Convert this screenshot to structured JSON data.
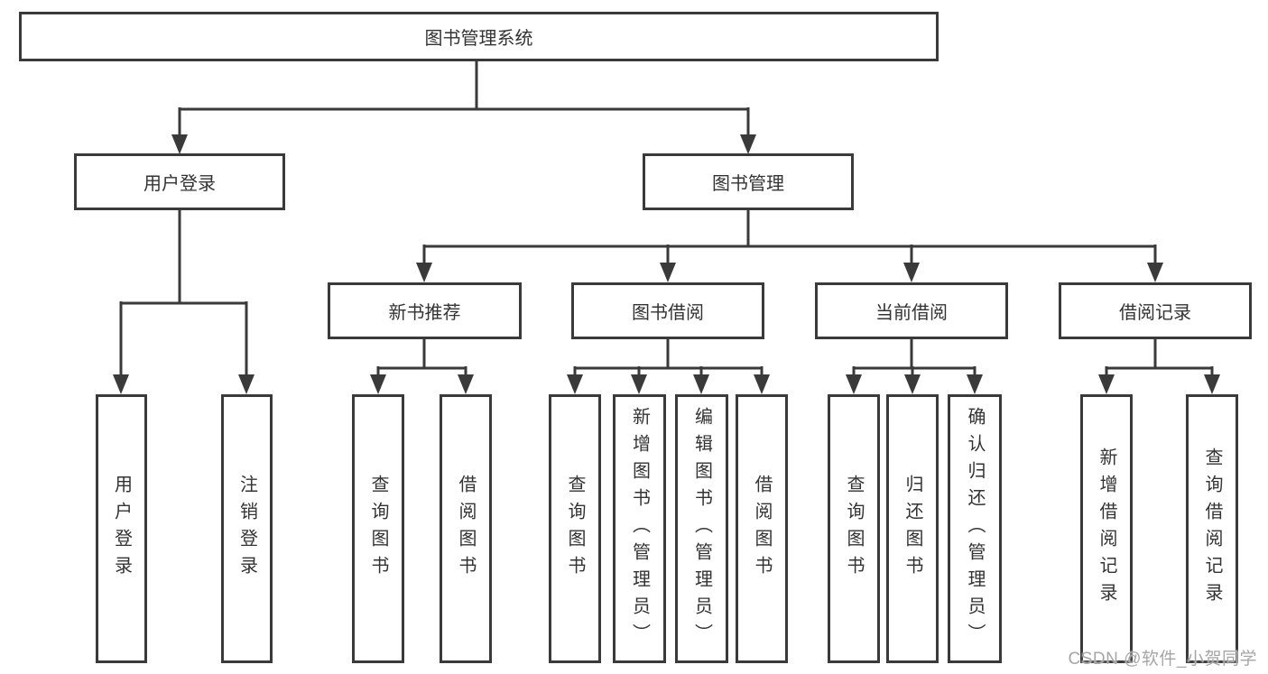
{
  "diagram": {
    "title": "图书管理系统",
    "tree": {
      "label": "图书管理系统",
      "children": [
        {
          "label": "用户登录",
          "children": [
            {
              "label": "用户登录"
            },
            {
              "label": "注销登录"
            }
          ]
        },
        {
          "label": "图书管理",
          "children": [
            {
              "label": "新书推荐",
              "children": [
                {
                  "label": "查询图书"
                },
                {
                  "label": "借阅图书"
                }
              ]
            },
            {
              "label": "图书借阅",
              "children": [
                {
                  "label": "查询图书"
                },
                {
                  "label": "新增图书（管理员）"
                },
                {
                  "label": "编辑图书（管理员）"
                },
                {
                  "label": "借阅图书"
                }
              ]
            },
            {
              "label": "当前借阅",
              "children": [
                {
                  "label": "查询图书"
                },
                {
                  "label": "归还图书"
                },
                {
                  "label": "确认归还（管理员）"
                }
              ]
            },
            {
              "label": "借阅记录",
              "children": [
                {
                  "label": "新增借阅记录"
                },
                {
                  "label": "查询借阅记录"
                }
              ]
            }
          ]
        }
      ]
    }
  },
  "watermark": {
    "text": "CSDN @软件_小贺同学",
    "color": "#a6a6a6"
  },
  "colors": {
    "line": "#3a3a3a",
    "box_border": "#3a3a3a",
    "box_bg": "#ffffff",
    "text": "#333333",
    "background": "#ffffff"
  }
}
